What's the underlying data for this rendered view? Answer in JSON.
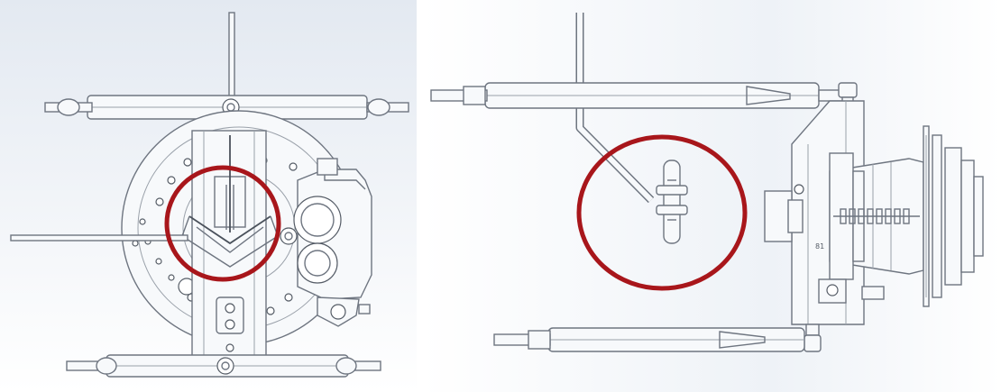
{
  "figure": {
    "left_view": {
      "description_icon": "front-view-drawing"
    },
    "right_view": {
      "description_icon": "side-view-drawing"
    },
    "colors": {
      "background_top": "#e6ebf2",
      "background_bottom": "#ffffff",
      "line": "#6e7580",
      "highlight_circle": "#a8161b"
    },
    "right_view_label": "81"
  }
}
